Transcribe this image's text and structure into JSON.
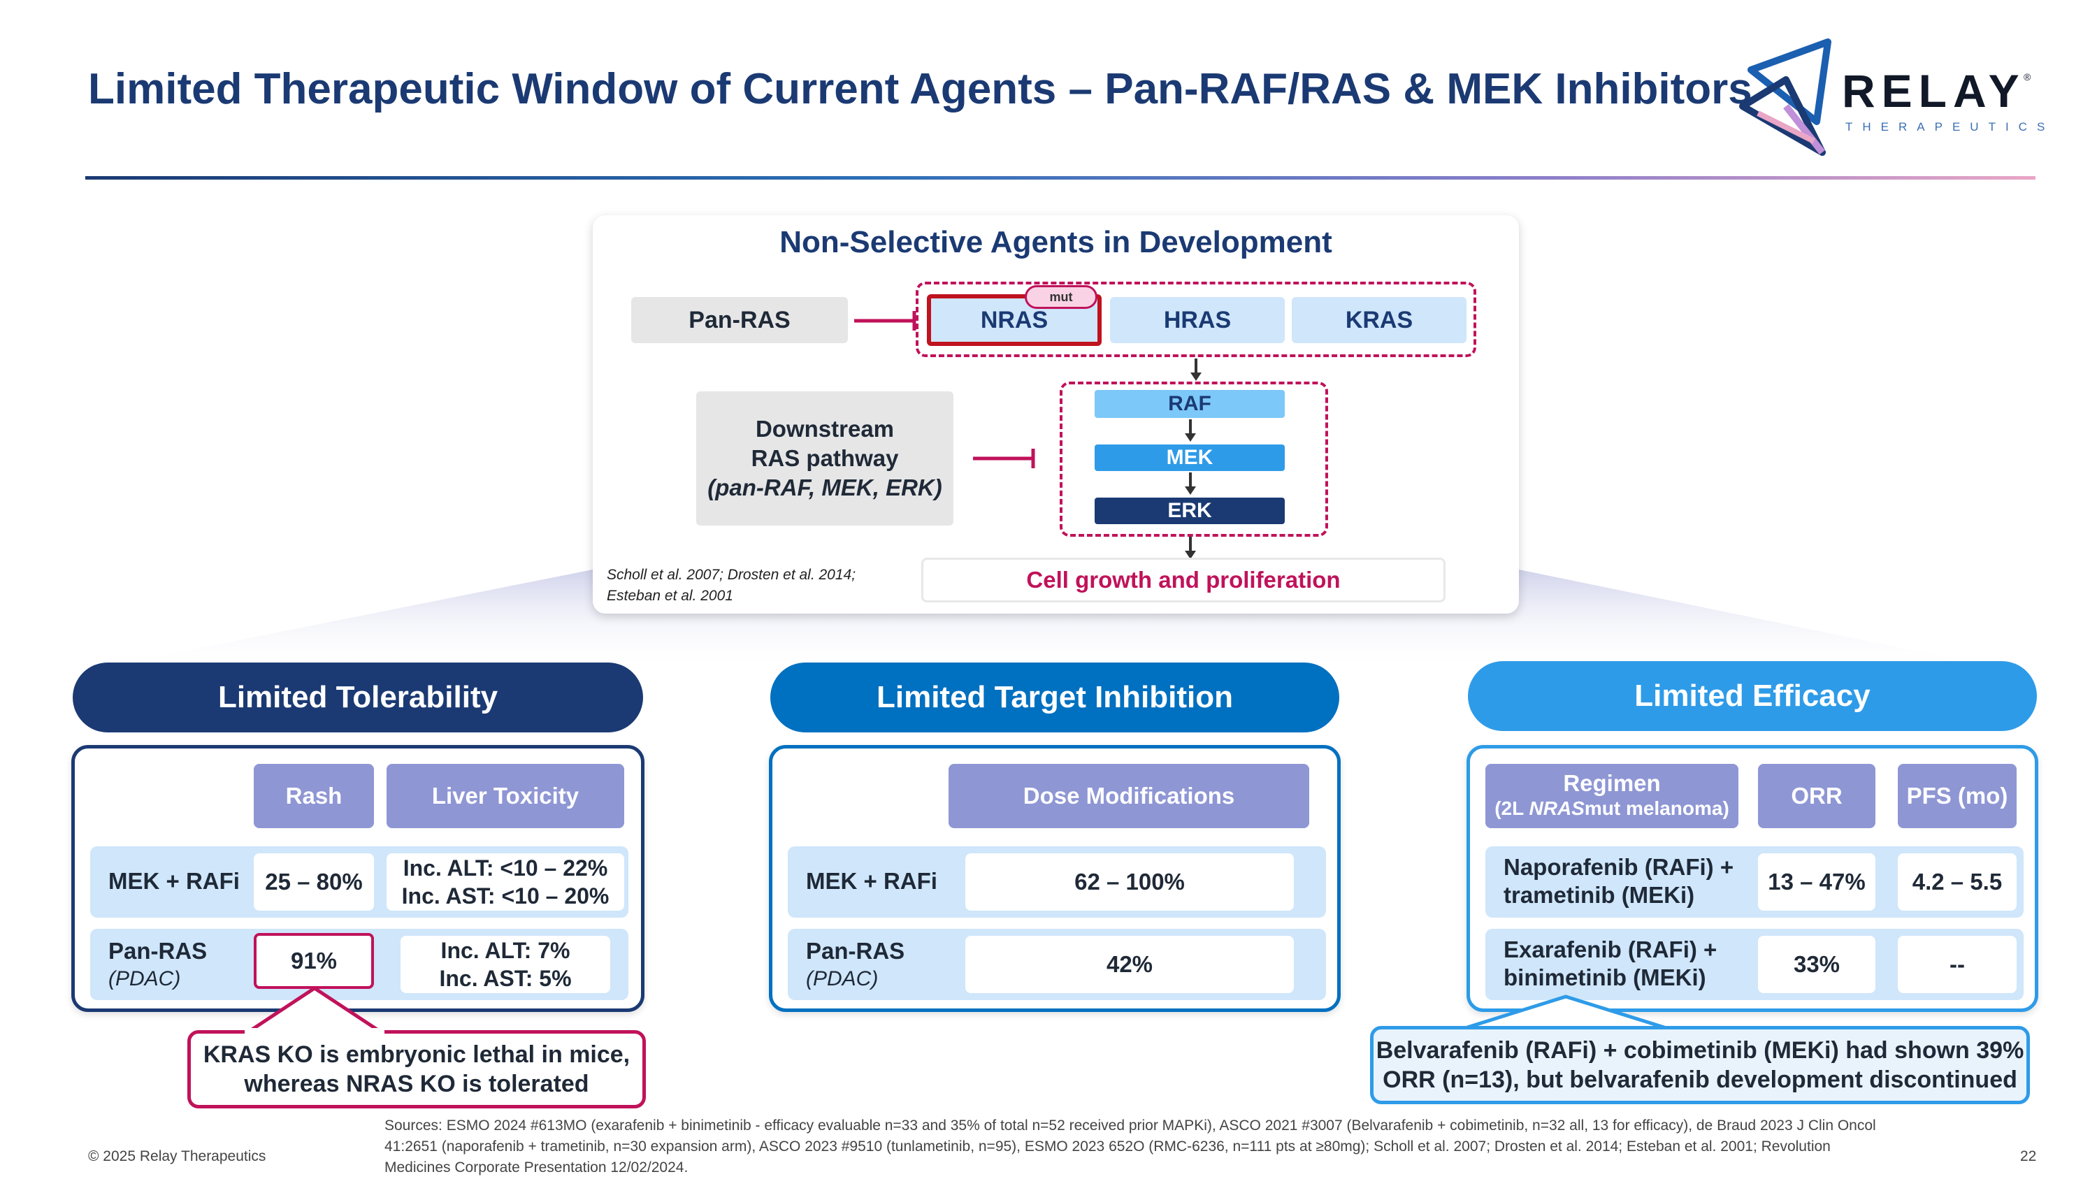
{
  "header": {
    "title": "Limited Therapeutic Window of Current Agents – Pan-RAF/RAS & MEK Inhibitors",
    "logo_word": "RELAY",
    "logo_sub": "THERAPEUTICS",
    "logo_reg": "®"
  },
  "diagram": {
    "title": "Non-Selective Agents in Development",
    "pan_ras": "Pan-RAS",
    "ras": [
      "NRAS",
      "HRAS",
      "KRAS"
    ],
    "mut": "mut",
    "downstream": [
      "Downstream",
      "RAS pathway",
      "(pan-RAF, MEK, ERK)"
    ],
    "cascade": [
      "RAF",
      "MEK",
      "ERK"
    ],
    "cascade_colors": [
      "#7cc8f8",
      "#2e9be8",
      "#1b3a73"
    ],
    "outcome": "Cell growth and proliferation",
    "citation": [
      "Scholl et al. 2007; Drosten et al. 2014;",
      "Esteban et al. 2001"
    ]
  },
  "tolerability": {
    "header": "Limited Tolerability",
    "color": "#1b3a73",
    "cols": [
      "Rash",
      "Liver Toxicity"
    ],
    "rows": [
      {
        "label": "MEK + RAFi",
        "sub": "",
        "rash": "25 – 80%",
        "liver": [
          "Inc. ALT: <10 – 22%",
          "Inc. AST: <10 – 20%"
        ]
      },
      {
        "label": "Pan-RAS",
        "sub": "(PDAC)",
        "rash": "91%",
        "liver": [
          "Inc. ALT: 7%",
          "Inc. AST: 5%"
        ]
      }
    ],
    "callout": [
      "KRAS KO is embryonic lethal in mice,",
      "whereas NRAS KO is tolerated"
    ]
  },
  "target": {
    "header": "Limited Target Inhibition",
    "color": "#0070c0",
    "col": "Dose Modifications",
    "rows": [
      {
        "label": "MEK + RAFi",
        "sub": "",
        "value": "62 – 100%"
      },
      {
        "label": "Pan-RAS",
        "sub": "(PDAC)",
        "value": "42%"
      }
    ]
  },
  "efficacy": {
    "header": "Limited Efficacy",
    "color": "#2e9be8",
    "cols": {
      "regimen": "Regimen",
      "regimen_sub_a": "(2L ",
      "regimen_sub_b": "NRAS",
      "regimen_sub_c": "mut melanoma)",
      "orr": "ORR",
      "pfs": "PFS (mo)"
    },
    "rows": [
      {
        "label": [
          "Naporafenib (RAFi) +",
          "trametinib (MEKi)"
        ],
        "orr": "13 – 47%",
        "pfs": "4.2 – 5.5"
      },
      {
        "label": [
          "Exarafenib (RAFi) +",
          "binimetinib (MEKi)"
        ],
        "orr": "33%",
        "pfs": "--"
      }
    ],
    "callout": [
      "Belvarafenib (RAFi) + cobimetinib (MEKi) had shown 39%",
      "ORR (n=13), but belvarafenib development discontinued"
    ]
  },
  "footer": {
    "copyright": "© 2025 Relay Therapeutics",
    "sources": [
      "Sources: ESMO 2024 #613MO (exarafenib + binimetinib - efficacy evaluable n=33 and 35% of total n=52 received prior MAPKi), ASCO 2021 #3007 (Belvarafenib + cobimetinib, n=32 all, 13 for efficacy), de Braud 2023 J Clin Oncol",
      "41:2651 (naporafenib + trametinib, n=30 expansion arm), ASCO 2023 #9510 (tunlametinib, n=95), ESMO 2023 652O (RMC-6236, n=111 pts at ≥80mg);  Scholl et al. 2007; Drosten et al. 2014; Esteban et al. 2001; Revolution",
      "Medicines Corporate Presentation 12/02/2024."
    ],
    "page": "22"
  }
}
